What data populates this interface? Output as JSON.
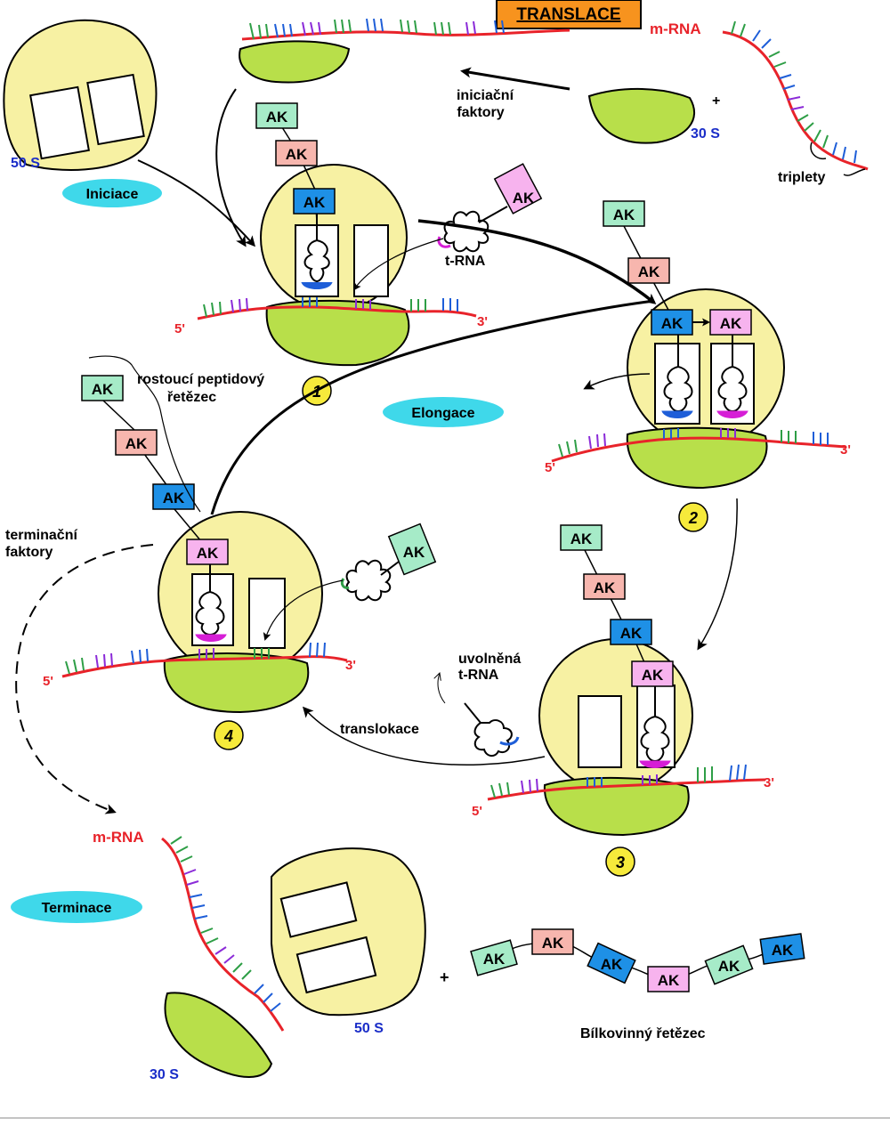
{
  "title": "TRANSLACE",
  "colors": {
    "ribosome_large": "#f7f1a3",
    "ribosome_small": "#b8df4a",
    "mrna": "#e8232a",
    "title_bg": "#f7931e",
    "stage_label_bg": "#3fd8ea",
    "ak_green": "#a6ebc8",
    "ak_salmon": "#f7b6ae",
    "ak_blue": "#1e90e6",
    "ak_pink": "#f7b3ee",
    "blue_text": "#1a2dc8",
    "red_text": "#e8232a",
    "step_marker": "#f6ea3b"
  },
  "icons": [
    "ribosome-50s",
    "ribosome-30s",
    "trna-cloverleaf",
    "mrna-strand",
    "curved-arrow"
  ],
  "labels": {
    "mrna_top": "m-RNA",
    "init_factors_1": "iniciační",
    "init_factors_2": "faktory",
    "s30_top": "30 S",
    "s50_top": "50 S",
    "triplets": "triplety",
    "trna": "t-RNA",
    "growing_chain_1": "rostoucí peptidový",
    "growing_chain_2": "řetězec",
    "term_factors_1": "terminační",
    "term_factors_2": "faktory",
    "released_trna_1": "uvolněná",
    "released_trna_2": "t-RNA",
    "translocation": "translokace",
    "mrna_bottom": "m-RNA",
    "s50_bottom": "50 S",
    "s30_bottom": "30 S",
    "protein_chain": "Bílkovinný řetězec",
    "plus": "+",
    "five_prime": "5'",
    "three_prime": "3'"
  },
  "stages": {
    "initiation": "Iniciace",
    "elongation": "Elongace",
    "termination": "Terminace"
  },
  "steps": [
    "1",
    "2",
    "3",
    "4"
  ],
  "amino_acid": "AK"
}
